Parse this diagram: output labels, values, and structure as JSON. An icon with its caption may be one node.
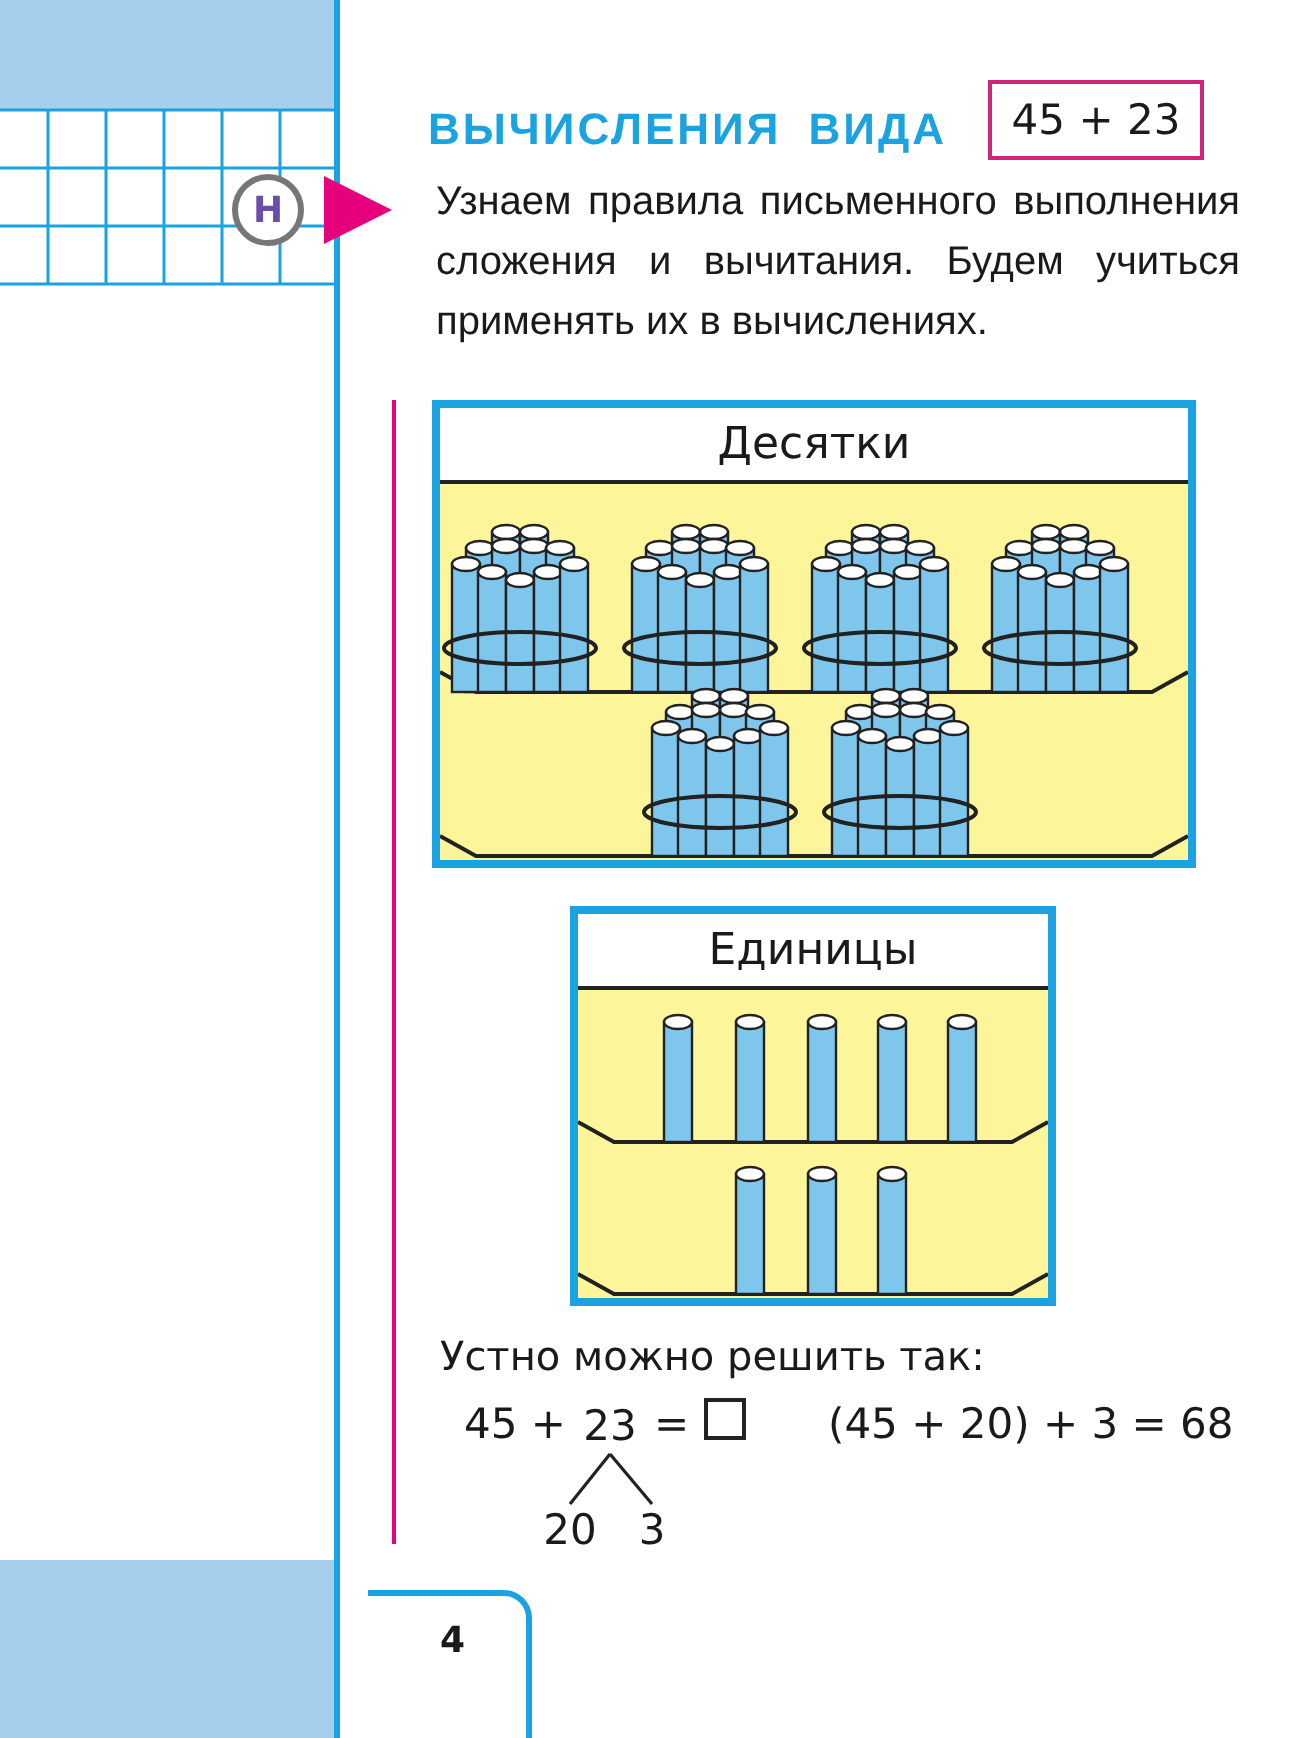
{
  "diagram": {
    "title": "ВЫЧИСЛЕНИЯ ВИДА",
    "nodes": [
      {
        "text": [
          "45 + 23"
        ]
      },
      {
        "text": [
          "Н"
        ]
      },
      {
        "text": [
          "Десятки"
        ]
      },
      {
        "text": [
          "Единицы"
        ]
      },
      {
        "text": [
          "23"
        ]
      },
      {
        "text": [],
        "shape": "box"
      },
      {
        "text": [
          "20"
        ]
      },
      {
        "text": [
          "3"
        ]
      },
      {
        "text": [
          "4"
        ]
      }
    ],
    "edges": [
      {
        "from": 4,
        "to": 6,
        "arrow": "none"
      },
      {
        "from": 4,
        "to": 7,
        "arrow": "none"
      }
    ],
    "labels": [
      "Узнаем правила письменного выполнения сложения и вычитания. Будем учиться применять их в вычислениях.",
      "Устно можно решить так:",
      "45 +",
      "=",
      "(45 + 20) + 3 = 68"
    ]
  }
}
